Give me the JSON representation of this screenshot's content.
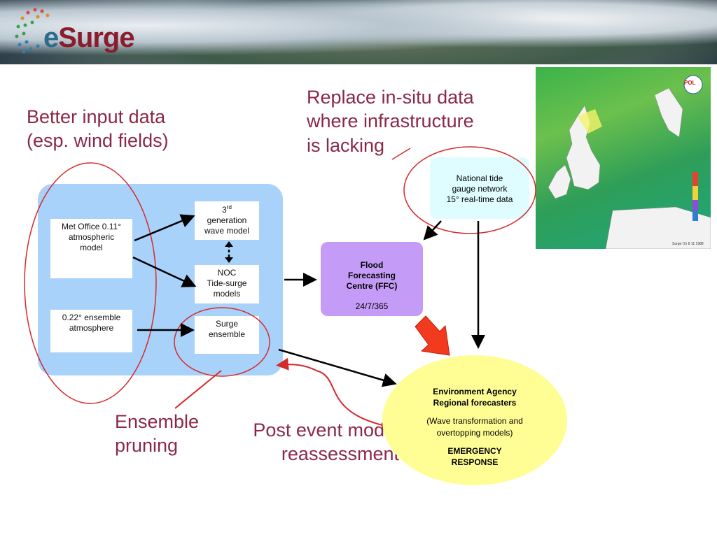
{
  "banner": {
    "logo_text_e": "e",
    "logo_text_rest": "Surge"
  },
  "callouts": {
    "input_line1": "Better input data",
    "input_line2": "(esp. wind fields)",
    "insitu_line1": "Replace in-situ data",
    "insitu_line2": "where infrastructure",
    "insitu_line3": "is lacking",
    "pruning_line1": "Ensemble",
    "pruning_line2": "pruning",
    "post_line1": "Post event model",
    "post_line2": "reassessment"
  },
  "boxes": {
    "met_office_line1": "Met Office 0.11°",
    "met_office_line2": "atmospheric",
    "met_office_line3": "model",
    "ensemble_atm_line1": "0.22° ensemble",
    "ensemble_atm_line2": "atmosphere",
    "wave_model_num": "3",
    "wave_model_sup": "rd",
    "wave_model_line2": "generation",
    "wave_model_line3": "wave model",
    "noc_line1": "NOC",
    "noc_line2": "Tide-surge",
    "noc_line3": "models",
    "surge_line1": "Surge",
    "surge_line2": "ensemble"
  },
  "tide_gauge": {
    "line1": "National tide",
    "line2": "gauge network",
    "line3": "15° real-time data"
  },
  "ffc": {
    "line1": "Flood",
    "line2": "Forecasting",
    "line3": "Centre (FFC)",
    "hours": "24/7/365"
  },
  "ea": {
    "line1": "Environment Agency",
    "line2": "Regional forecasters",
    "line3": "(Wave transformation and",
    "line4": "overtopping models)",
    "line5": "EMERGENCY",
    "line6": "RESPONSE"
  },
  "map": {
    "badge": "POL",
    "footer": "Surge  t7z  8 11 1988"
  },
  "colors": {
    "accent_red": "#d62a2a",
    "callout_text": "#8b2846",
    "panel_blue": "#a9d2fb",
    "ffc_purple": "#c49cf7",
    "ea_yellow": "#fefe95",
    "tide_cyan": "#dffcff"
  }
}
